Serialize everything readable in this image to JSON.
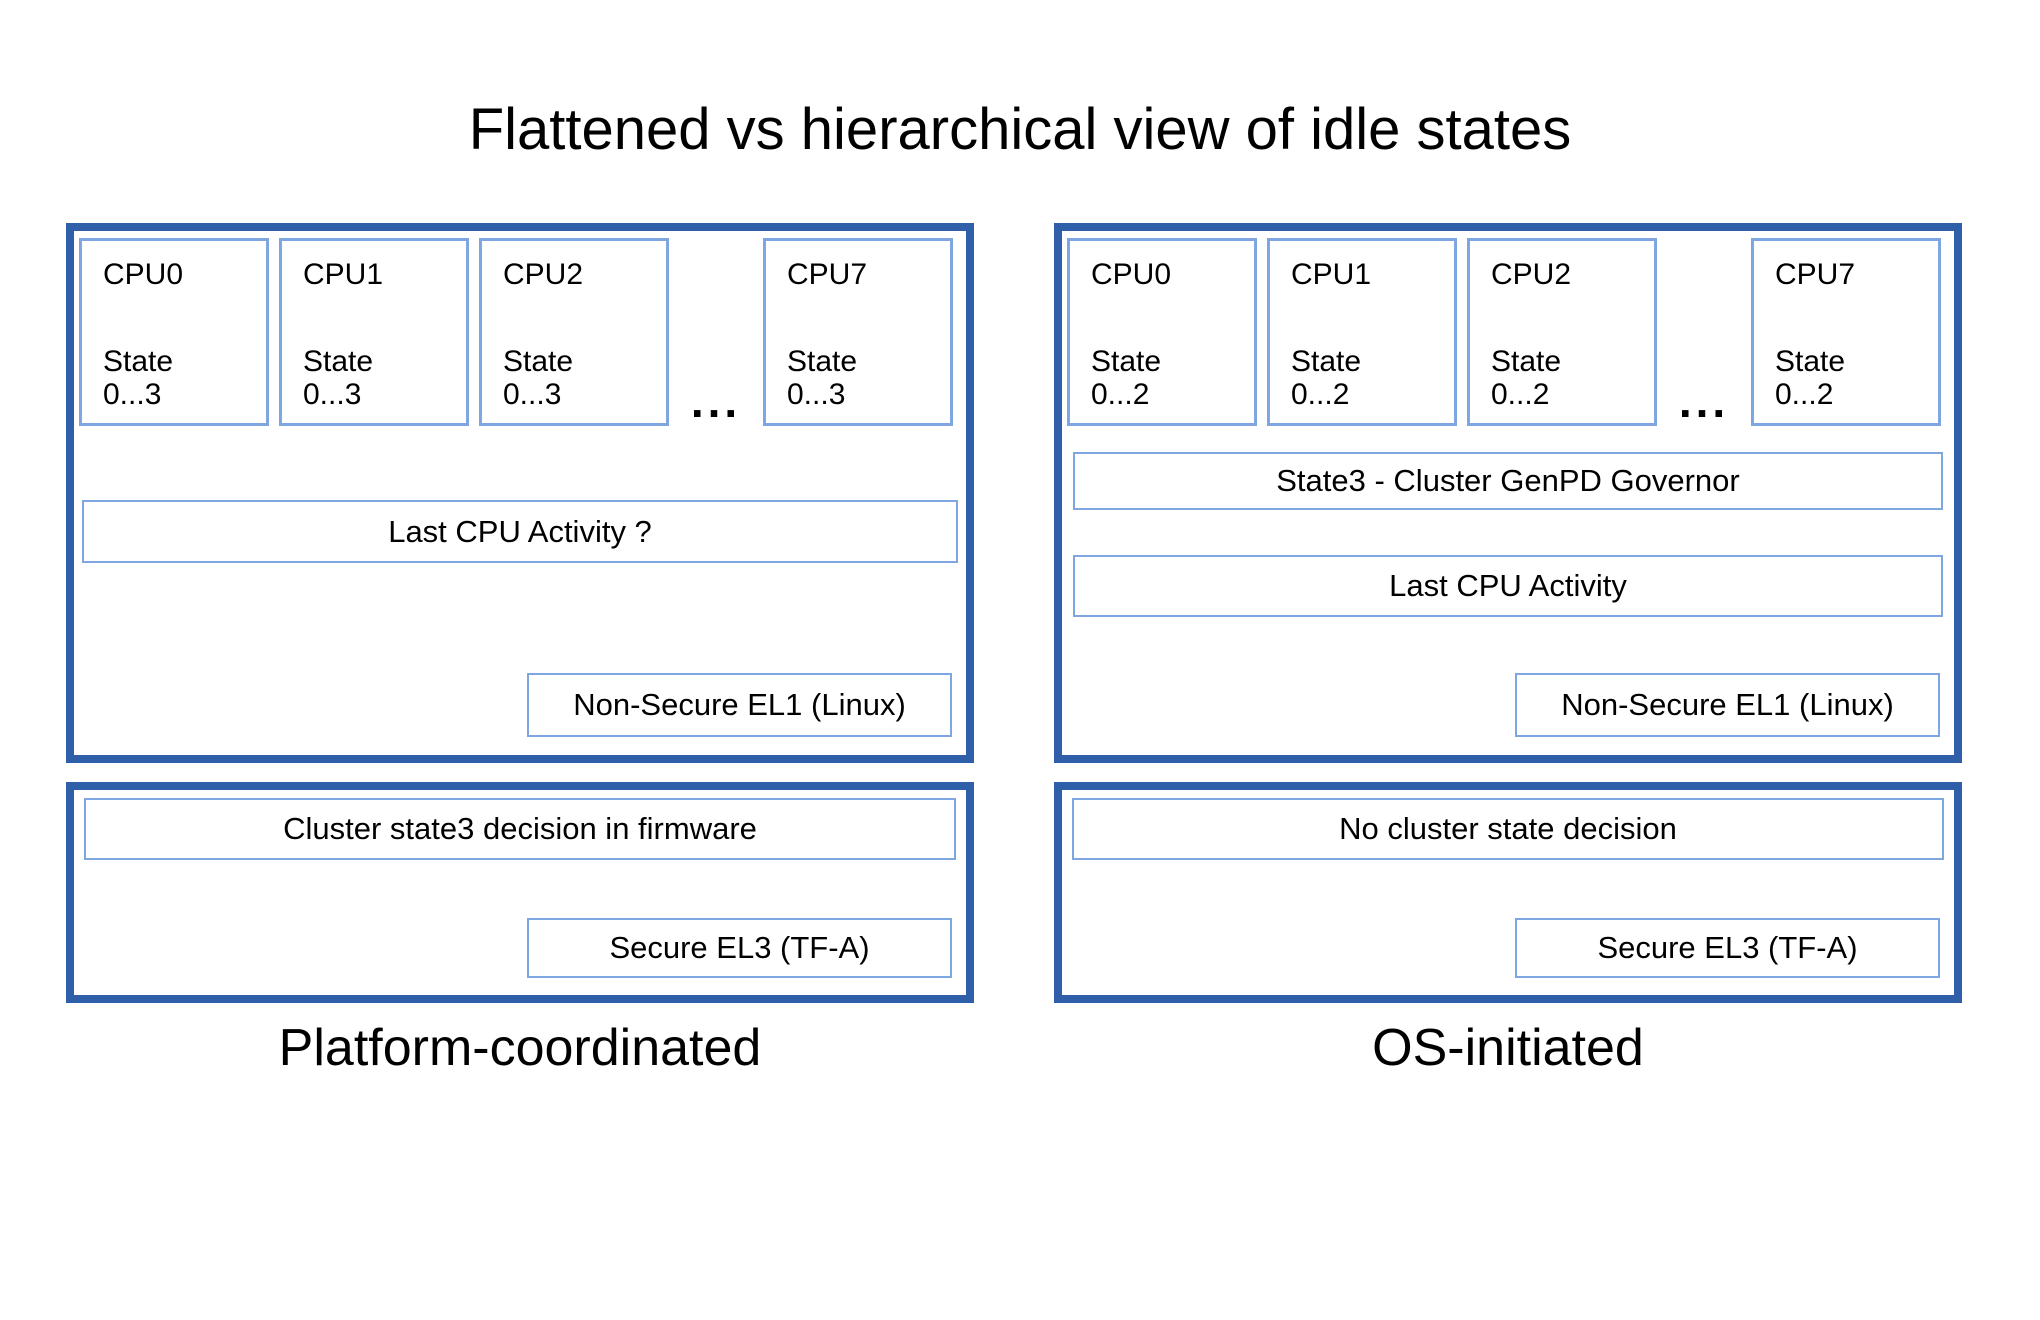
{
  "title": "Flattened vs hierarchical view of idle states",
  "colors": {
    "outer_border": "#2e5fa8",
    "inner_border": "#7ea6e0",
    "text": "#000000",
    "background": "#ffffff"
  },
  "panels": {
    "left": {
      "label": "Platform-coordinated",
      "cpus": [
        {
          "name": "CPU0",
          "state_label": "State",
          "state_range": "0...3"
        },
        {
          "name": "CPU1",
          "state_label": "State",
          "state_range": "0...3"
        },
        {
          "name": "CPU2",
          "state_label": "State",
          "state_range": "0...3"
        },
        {
          "name": "CPU7",
          "state_label": "State",
          "state_range": "0...3"
        }
      ],
      "ellipsis": "...",
      "activity_box": "Last CPU Activity ?",
      "el1_box": "Non-Secure EL1 (Linux)",
      "decision_box": "Cluster state3 decision in firmware",
      "el3_box": "Secure EL3 (TF-A)"
    },
    "right": {
      "label": "OS-initiated",
      "cpus": [
        {
          "name": "CPU0",
          "state_label": "State",
          "state_range": "0...2"
        },
        {
          "name": "CPU1",
          "state_label": "State",
          "state_range": "0...2"
        },
        {
          "name": "CPU2",
          "state_label": "State",
          "state_range": "0...2"
        },
        {
          "name": "CPU7",
          "state_label": "State",
          "state_range": "0...2"
        }
      ],
      "ellipsis": "...",
      "governor_box": "State3 - Cluster GenPD Governor",
      "activity_box": "Last CPU Activity",
      "el1_box": "Non-Secure EL1 (Linux)",
      "decision_box": "No cluster state decision",
      "el3_box": "Secure EL3 (TF-A)"
    }
  }
}
